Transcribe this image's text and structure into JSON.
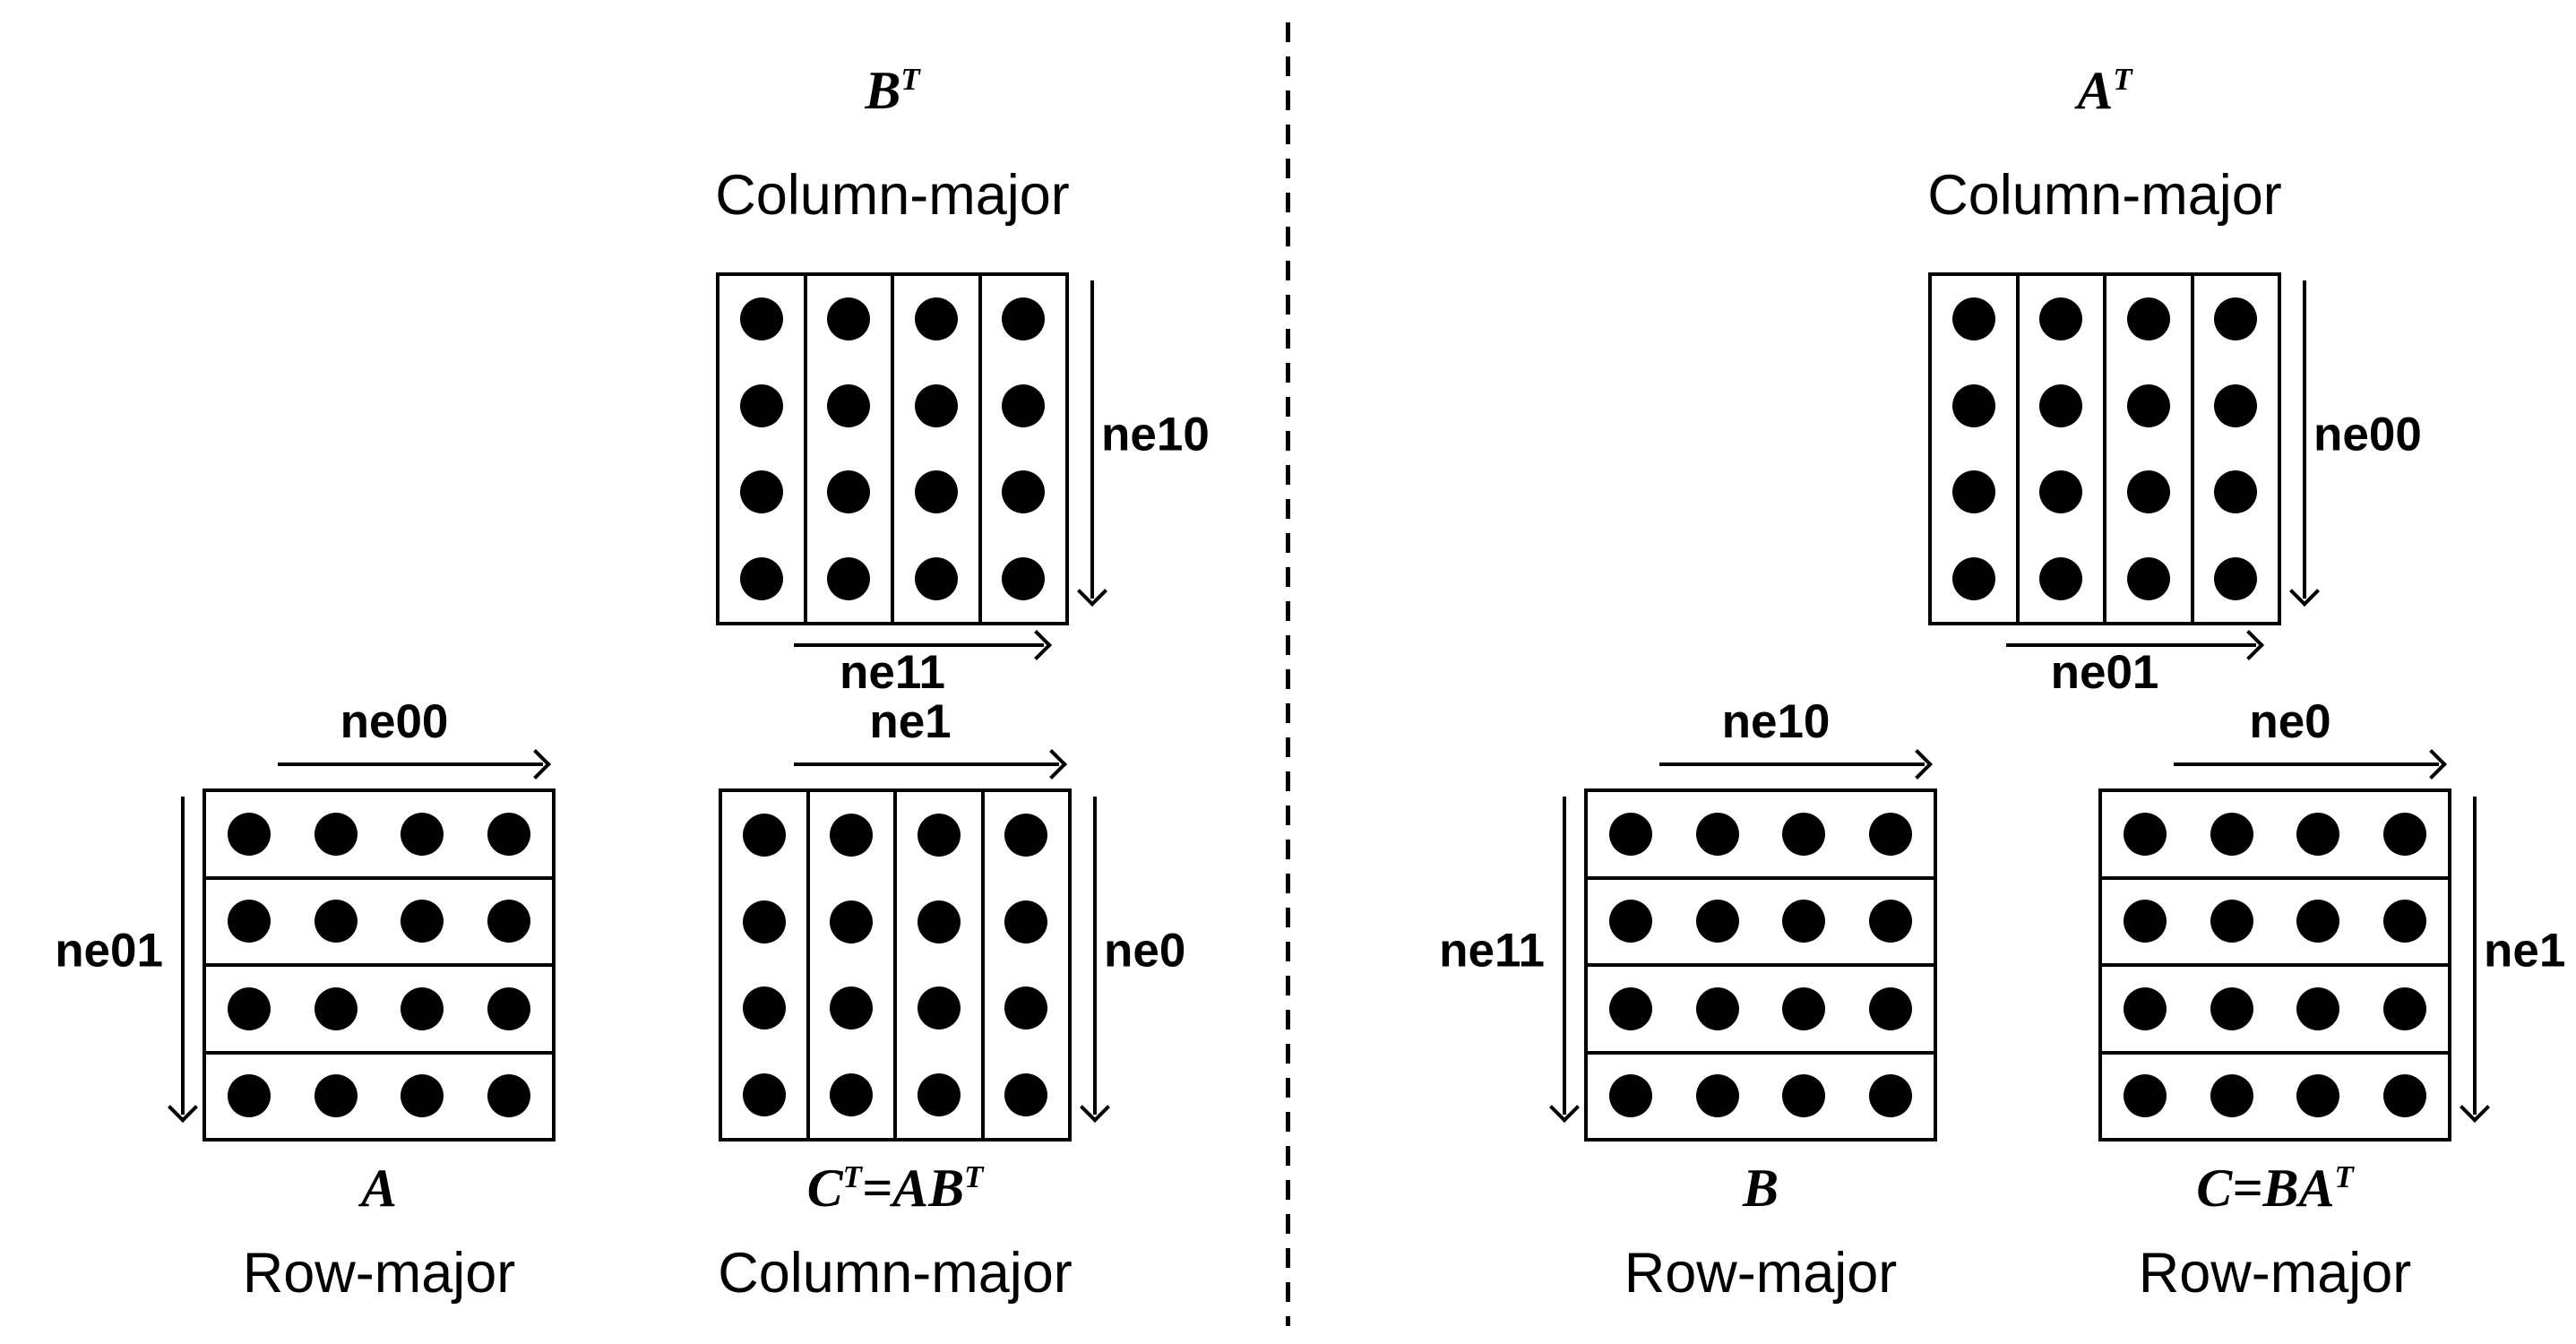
{
  "figure": {
    "background": "#ffffff",
    "ink": "#000000",
    "divider": {
      "orientation": "vertical",
      "style": "dashed"
    },
    "panels": [
      {
        "id": "left",
        "matrices": [
          "bt",
          "a",
          "ct"
        ]
      },
      {
        "id": "right",
        "matrices": [
          "at",
          "b",
          "c"
        ]
      }
    ]
  },
  "matrices": {
    "bt": {
      "title": [
        {
          "t": "B"
        },
        {
          "t": "T",
          "sup": true
        }
      ],
      "layout_label": "Column-major",
      "caption_position": "top",
      "orientation": "column",
      "rows": 4,
      "cols": 4,
      "arrows": [
        {
          "side": "right",
          "label": "ne10"
        },
        {
          "side": "bottom",
          "label": "ne11"
        }
      ]
    },
    "a": {
      "title": [
        {
          "t": "A"
        }
      ],
      "layout_label": "Row-major",
      "caption_position": "bottom",
      "orientation": "row",
      "rows": 4,
      "cols": 4,
      "arrows": [
        {
          "side": "top",
          "label": "ne00"
        },
        {
          "side": "left",
          "label": "ne01"
        }
      ]
    },
    "ct": {
      "title": [
        {
          "t": "C"
        },
        {
          "t": "T",
          "sup": true
        },
        {
          "t": "=AB"
        },
        {
          "t": "T",
          "sup": true
        }
      ],
      "layout_label": "Column-major",
      "caption_position": "bottom",
      "orientation": "column",
      "rows": 4,
      "cols": 4,
      "arrows": [
        {
          "side": "top",
          "label": "ne1"
        },
        {
          "side": "right",
          "label": "ne0"
        }
      ]
    },
    "at": {
      "title": [
        {
          "t": "A"
        },
        {
          "t": "T",
          "sup": true
        }
      ],
      "layout_label": "Column-major",
      "caption_position": "top",
      "orientation": "column",
      "rows": 4,
      "cols": 4,
      "arrows": [
        {
          "side": "right",
          "label": "ne00"
        },
        {
          "side": "bottom",
          "label": "ne01"
        }
      ]
    },
    "b": {
      "title": [
        {
          "t": "B"
        }
      ],
      "layout_label": "Row-major",
      "caption_position": "bottom",
      "orientation": "row",
      "rows": 4,
      "cols": 4,
      "arrows": [
        {
          "side": "top",
          "label": "ne10"
        },
        {
          "side": "left",
          "label": "ne11"
        }
      ]
    },
    "c": {
      "title": [
        {
          "t": "C=BA"
        },
        {
          "t": "T",
          "sup": true
        }
      ],
      "layout_label": "Row-major",
      "caption_position": "bottom",
      "orientation": "row",
      "rows": 4,
      "cols": 4,
      "arrows": [
        {
          "side": "top",
          "label": "ne0"
        },
        {
          "side": "right",
          "label": "ne1"
        }
      ]
    }
  }
}
